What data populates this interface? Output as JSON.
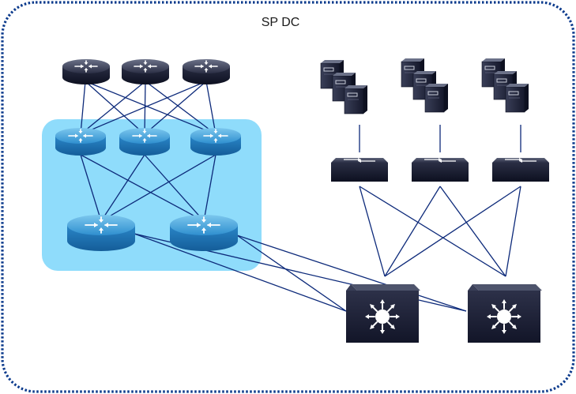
{
  "diagram": {
    "title": "SP DC",
    "colors": {
      "boundary": "#0b3a8c",
      "link": "#0d2a7a",
      "highlight_zone": "#8fdcfb",
      "blue_router": "#2a8fd0",
      "dark_device": "#1a1e33"
    },
    "devices": {
      "top_routers": [
        {
          "icon": "router-icon",
          "style": "dark"
        },
        {
          "icon": "router-icon",
          "style": "dark"
        },
        {
          "icon": "router-icon",
          "style": "dark"
        }
      ],
      "mid_routers": [
        {
          "icon": "router-icon",
          "style": "blue"
        },
        {
          "icon": "router-icon",
          "style": "blue"
        },
        {
          "icon": "router-icon",
          "style": "blue"
        }
      ],
      "lower_routers": [
        {
          "icon": "router-icon",
          "style": "blue"
        },
        {
          "icon": "router-icon",
          "style": "blue"
        }
      ],
      "server_stacks": [
        {
          "icon": "server-stack-icon",
          "count": 3
        },
        {
          "icon": "server-stack-icon",
          "count": 3
        },
        {
          "icon": "server-stack-icon",
          "count": 3
        }
      ],
      "access_switches": [
        {
          "icon": "switch-icon"
        },
        {
          "icon": "switch-icon"
        },
        {
          "icon": "switch-icon"
        }
      ],
      "core_switches": [
        {
          "icon": "layer3-switch-icon"
        },
        {
          "icon": "layer3-switch-icon"
        }
      ]
    }
  }
}
